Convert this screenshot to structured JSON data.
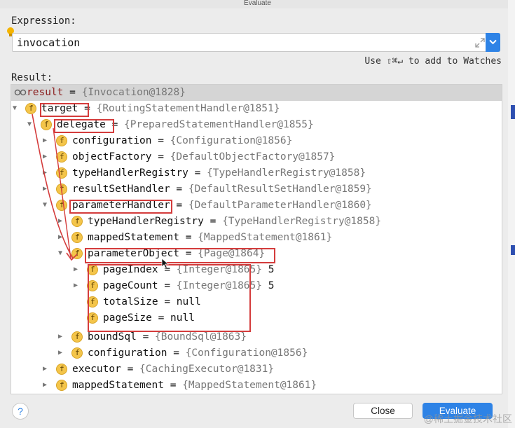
{
  "window": {
    "title": "Evaluate"
  },
  "expression": {
    "label": "Expression:",
    "value": "invocation"
  },
  "watch_hint": "Use ⇧⌘↵ to add to Watches",
  "result": {
    "label": "Result:",
    "rows": [
      {
        "name": "result",
        "eq": "=",
        "ref": "{Invocation@1828}",
        "value": ""
      },
      {
        "name": "target",
        "eq": "=",
        "ref": "{RoutingStatementHandler@1851}",
        "value": ""
      },
      {
        "name": "delegate",
        "eq": "=",
        "ref": "{PreparedStatementHandler@1855}",
        "value": ""
      },
      {
        "name": "configuration",
        "eq": "=",
        "ref": "{Configuration@1856}",
        "value": ""
      },
      {
        "name": "objectFactory",
        "eq": "=",
        "ref": "{DefaultObjectFactory@1857}",
        "value": ""
      },
      {
        "name": "typeHandlerRegistry",
        "eq": "=",
        "ref": "{TypeHandlerRegistry@1858}",
        "value": ""
      },
      {
        "name": "resultSetHandler",
        "eq": "=",
        "ref": "{DefaultResultSetHandler@1859}",
        "value": ""
      },
      {
        "name": "parameterHandler",
        "eq": "=",
        "ref": "{DefaultParameterHandler@1860}",
        "value": ""
      },
      {
        "name": "typeHandlerRegistry",
        "eq": "=",
        "ref": "{TypeHandlerRegistry@1858}",
        "value": ""
      },
      {
        "name": "mappedStatement",
        "eq": "=",
        "ref": "{MappedStatement@1861}",
        "value": ""
      },
      {
        "name": "parameterObject",
        "eq": "=",
        "ref": "{Page@1864}",
        "value": ""
      },
      {
        "name": "pageIndex",
        "eq": "=",
        "ref": "{Integer@1865}",
        "value": "5"
      },
      {
        "name": "pageCount",
        "eq": "=",
        "ref": "{Integer@1865}",
        "value": "5"
      },
      {
        "name": "totalSize",
        "eq": "=",
        "ref": "",
        "value": "null"
      },
      {
        "name": "pageSize",
        "eq": "=",
        "ref": "",
        "value": "null"
      },
      {
        "name": "boundSql",
        "eq": "=",
        "ref": "{BoundSql@1863}",
        "value": ""
      },
      {
        "name": "configuration",
        "eq": "=",
        "ref": "{Configuration@1856}",
        "value": ""
      },
      {
        "name": "executor",
        "eq": "=",
        "ref": "{CachingExecutor@1831}",
        "value": ""
      },
      {
        "name": "mappedStatement",
        "eq": "=",
        "ref": "{MappedStatement@1861}",
        "value": ""
      }
    ]
  },
  "buttons": {
    "help": "?",
    "close": "Close",
    "evaluate": "Evaluate"
  },
  "watermark": "@稀土掘金技术社区",
  "colors": {
    "accent": "#2e83e6",
    "annotation": "#d43c3c",
    "field_icon": "#f4c54a"
  }
}
